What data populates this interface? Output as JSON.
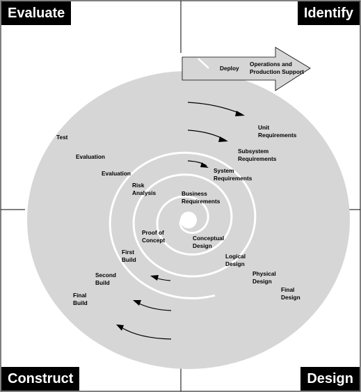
{
  "quadrants": {
    "top_left": "Evaluate",
    "top_right": "Identify",
    "bottom_left": "Construct",
    "bottom_right": "Design"
  },
  "arrow": {
    "deploy": "Deploy",
    "operations_line1": "Operations and",
    "operations_line2": "Production Support"
  },
  "phases": {
    "test": "Test",
    "evaluation_outer": "Evaluation",
    "evaluation_inner": "Evaluation",
    "risk_analysis_line1": "Risk",
    "risk_analysis_line2": "Analysis",
    "unit_req_line1": "Unit",
    "unit_req_line2": "Requirements",
    "subsystem_req_line1": "Subsystem",
    "subsystem_req_line2": "Requirements",
    "system_req_line1": "System",
    "system_req_line2": "Requirements",
    "business_req_line1": "Business",
    "business_req_line2": "Requirements",
    "conceptual_design_line1": "Conceptual",
    "conceptual_design_line2": "Design",
    "logical_design_line1": "Logical",
    "logical_design_line2": "Design",
    "physical_design_line1": "Physical",
    "physical_design_line2": "Design",
    "final_design_line1": "Final",
    "final_design_line2": "Design",
    "proof_of_concept_line1": "Proof of",
    "proof_of_concept_line2": "Concept",
    "first_build_line1": "First",
    "first_build_line2": "Build",
    "second_build_line1": "Second",
    "second_build_line2": "Build",
    "final_build_line1": "Final",
    "final_build_line2": "Build"
  },
  "colors": {
    "spiral_band": "#d6d6d6",
    "gap": "#ffffff",
    "lines": "#000000"
  }
}
